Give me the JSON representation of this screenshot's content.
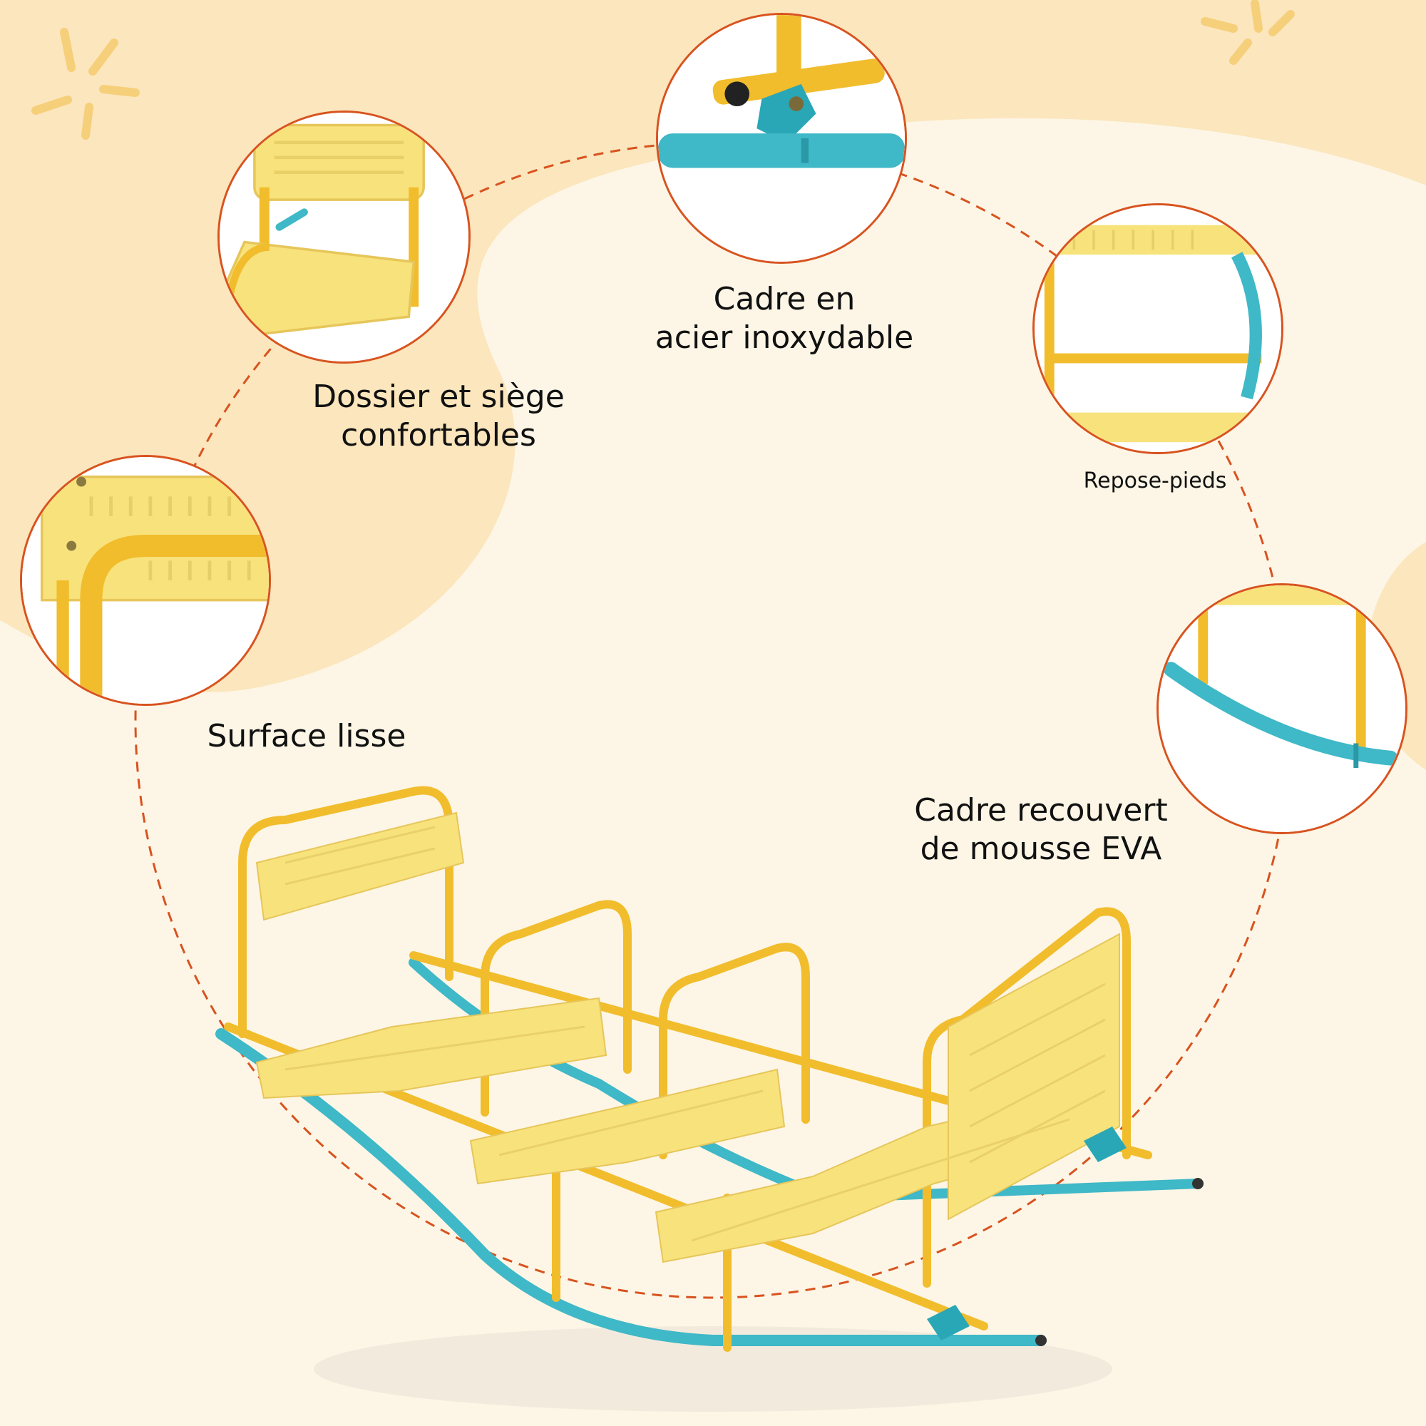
{
  "colors": {
    "background": "#fdf6e6",
    "blob": "#fbe6bd",
    "accent_circle": "#d8531f",
    "frame_yellow": "#f1bd2d",
    "seat_yellow": "#f8e27c",
    "runner_teal": "#3fb8c7"
  },
  "features": [
    {
      "label_line1": "Dossier et siège",
      "label_line2": "confortables",
      "icon": "seat-backrest-closeup"
    },
    {
      "label_line1": "Cadre en",
      "label_line2": "acier inoxydable",
      "icon": "steel-frame-joint-closeup"
    },
    {
      "label_line1": "Repose-pieds",
      "label_line2": "",
      "icon": "footrest-closeup"
    },
    {
      "label_line1": "Surface lisse",
      "label_line2": "",
      "icon": "smooth-surface-closeup"
    },
    {
      "label_line1": "Cadre recouvert",
      "label_line2": "de mousse EVA",
      "icon": "eva-foam-runner-closeup"
    }
  ],
  "product": {
    "icon": "rocking-seesaw-3-seat"
  }
}
